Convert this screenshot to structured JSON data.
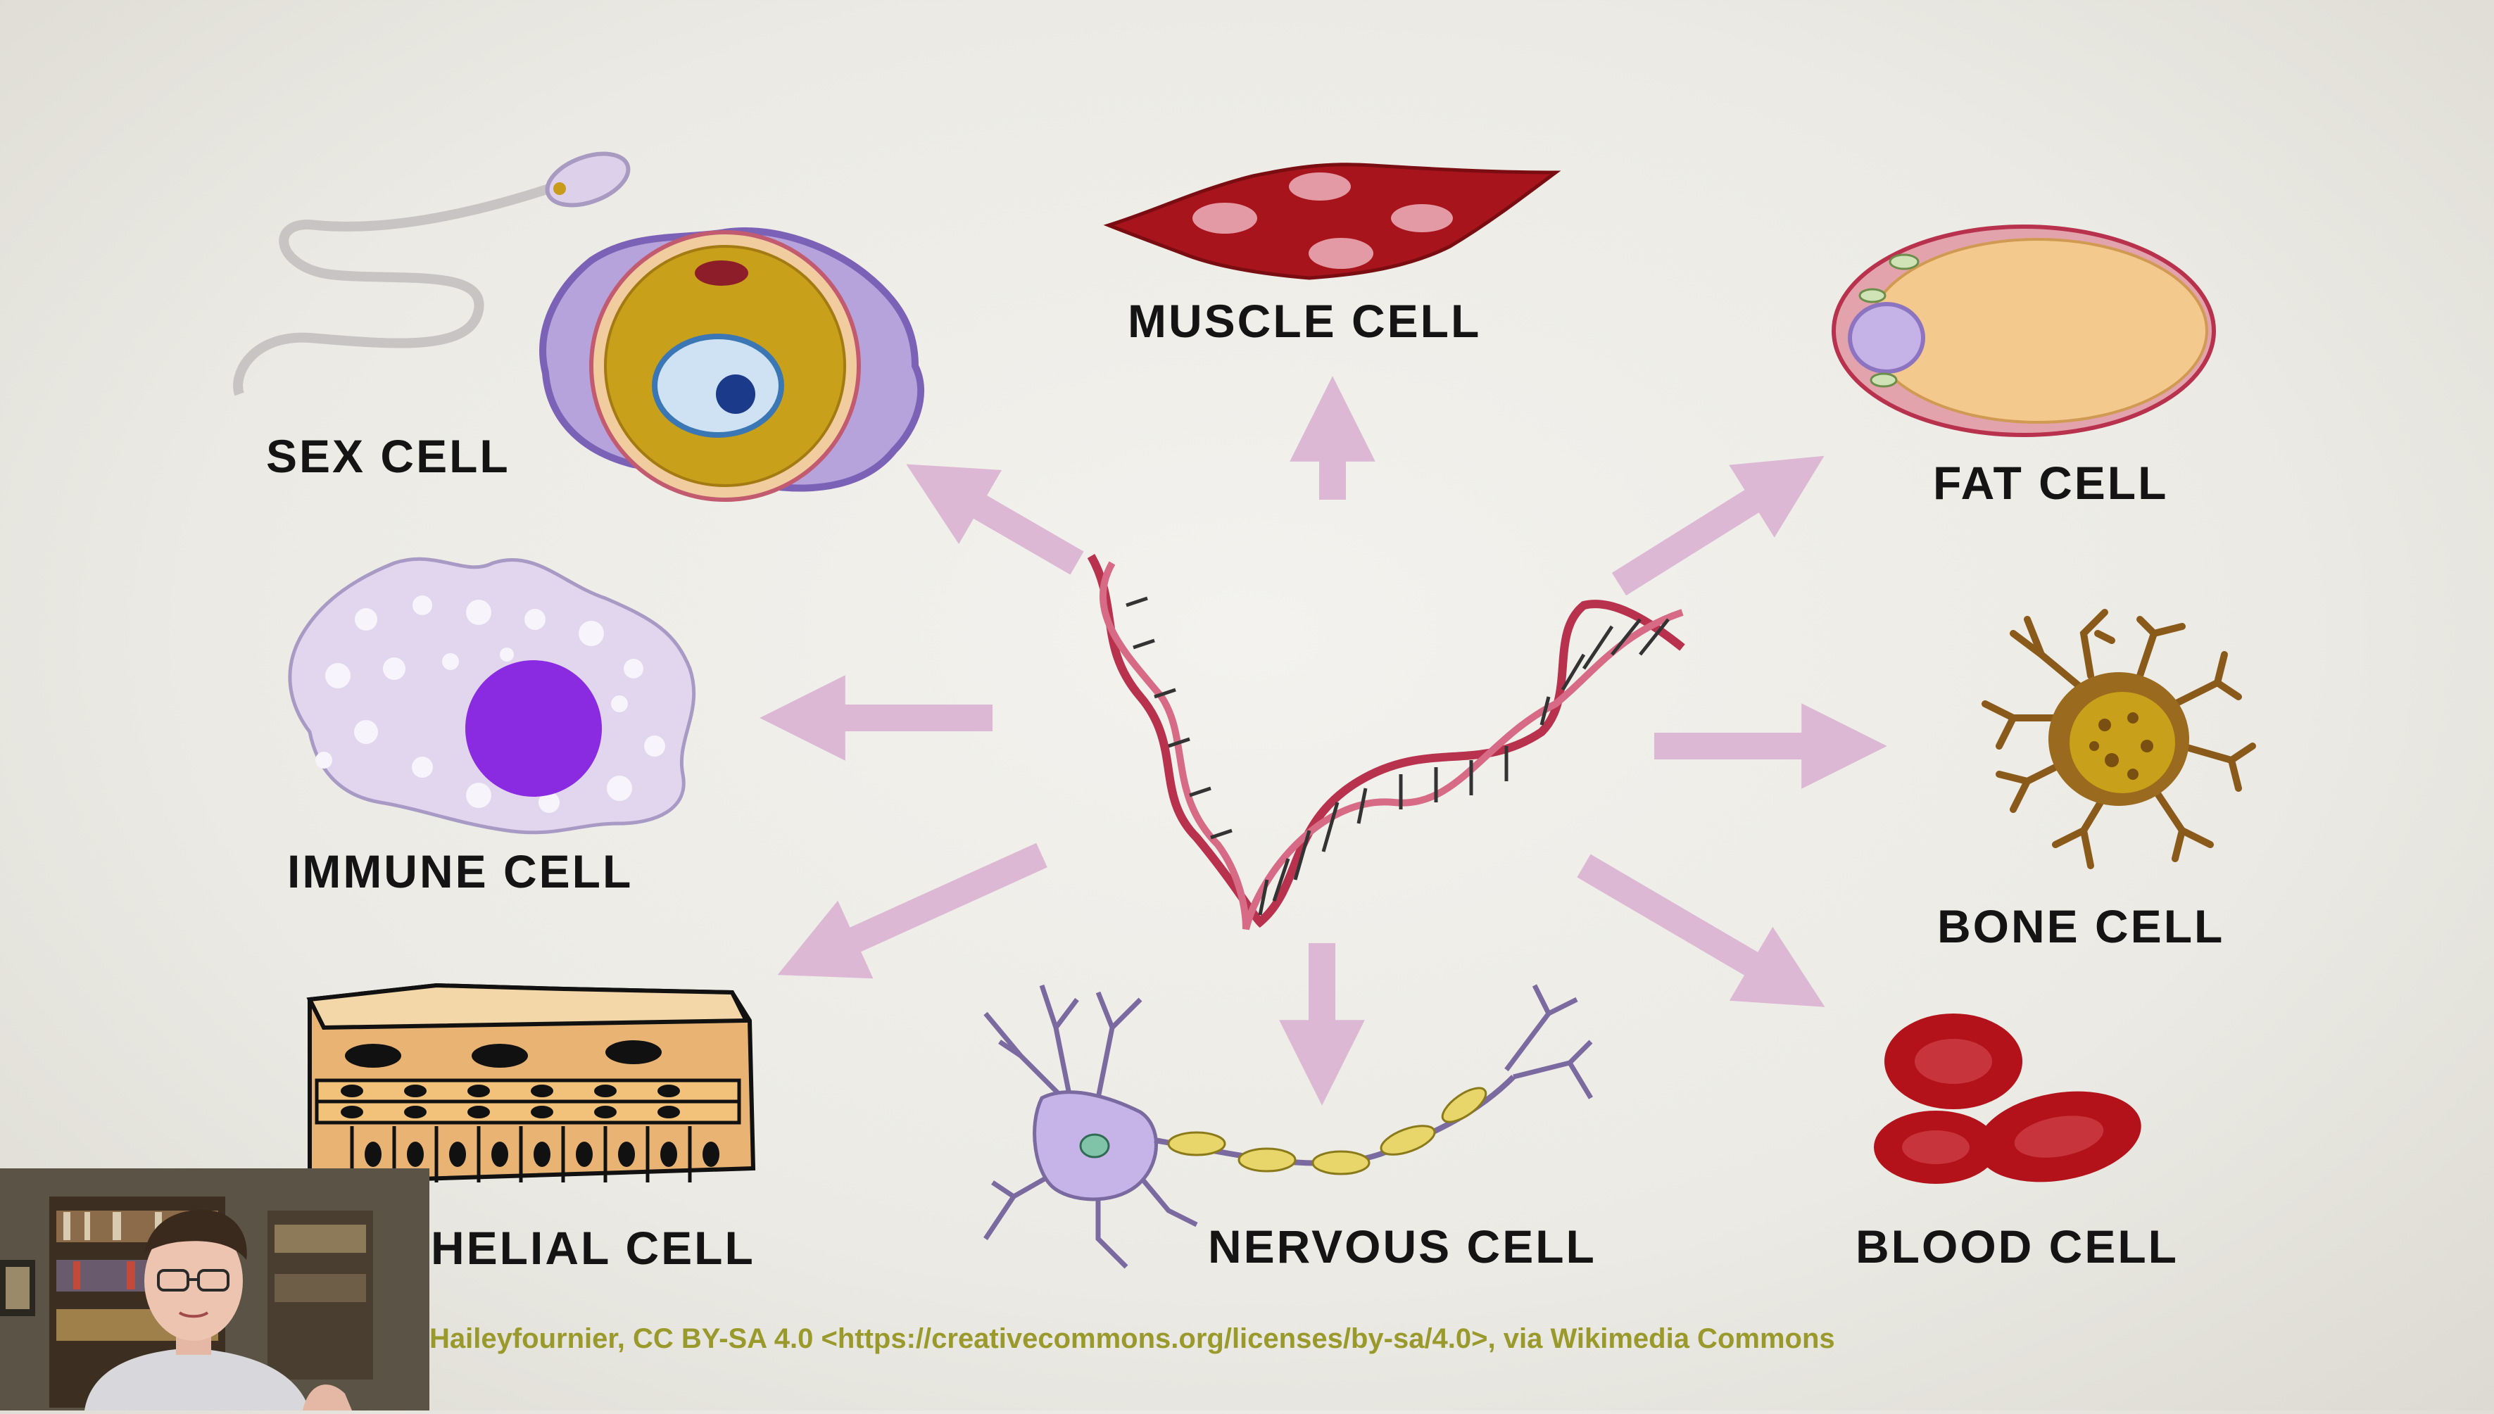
{
  "diagram": {
    "labels": {
      "sex_cell": "SEX CELL",
      "muscle_cell": "MUSCLE CELL",
      "fat_cell": "FAT CELL",
      "immune_cell": "IMMUNE CELL",
      "bone_cell": "BONE CELL",
      "epithelial_cell": "HELIAL CELL",
      "nervous_cell": "NERVOUS CELL",
      "blood_cell": "BLOOD CELL"
    },
    "credit": "Haileyfournier, CC BY-SA 4.0 <https://creativecommons.org/licenses/by-sa/4.0>, via Wikimedia Commons"
  },
  "colors": {
    "arrow": "#dcb8d4",
    "dna": "#b8324e",
    "muscle": "#a8141c",
    "blood": "#b3121a",
    "credit_text": "#9a9a2c"
  }
}
